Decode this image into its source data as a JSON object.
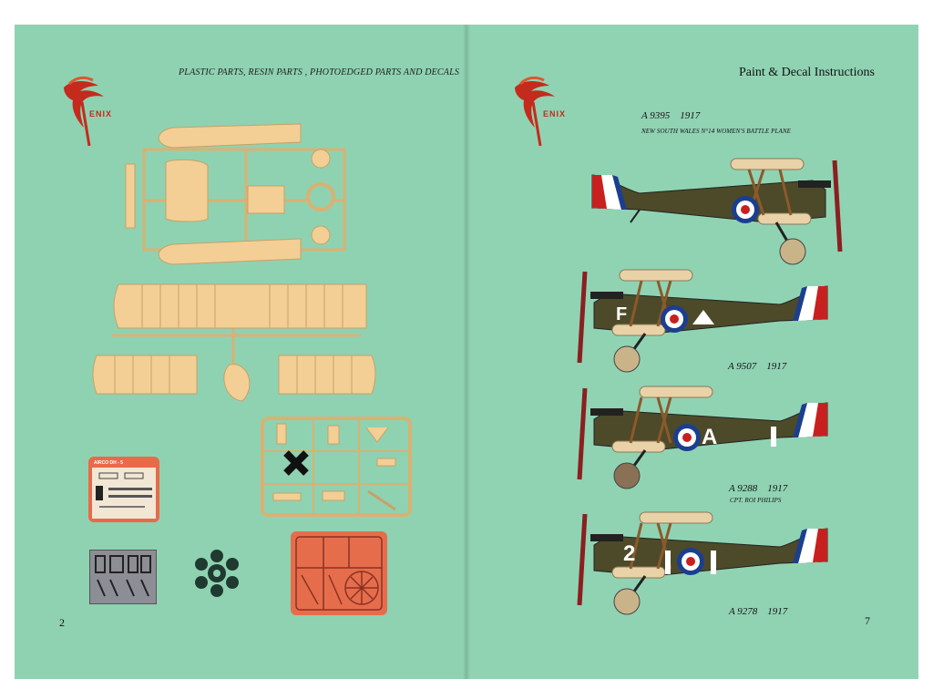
{
  "left_page": {
    "header": "PLASTIC PARTS, RESIN PARTS , PHOTOEDGED PARTS AND DECALS",
    "page_number": "2",
    "logo_text": "ENIX",
    "decal_sheet_title": "AIRCO DH - 5"
  },
  "right_page": {
    "header": "Paint & Decal Instructions",
    "page_number": "7",
    "logo_text": "ENIX",
    "aircraft": [
      {
        "serial": "A 9395",
        "year": "1917",
        "note": "NEW SOUTH WALES N°14  WOMEN'S BATTLE PLANE",
        "markings": ""
      },
      {
        "serial": "A 9507",
        "year": "1917",
        "note": "",
        "markings": "F"
      },
      {
        "serial": "A 9288",
        "year": "1917",
        "note": "CPT. ROI PHILIPS",
        "markings": "A"
      },
      {
        "serial": "A 9278",
        "year": "1917",
        "note": "",
        "markings": "2"
      }
    ]
  },
  "colors": {
    "page_bg": "#8fd2b1",
    "sprue": "#f3cf95",
    "olive_drab": "#4d4a29",
    "roundel_blue": "#1b3f8f",
    "roundel_red": "#c8201e",
    "logo_red": "#c42b1c"
  }
}
